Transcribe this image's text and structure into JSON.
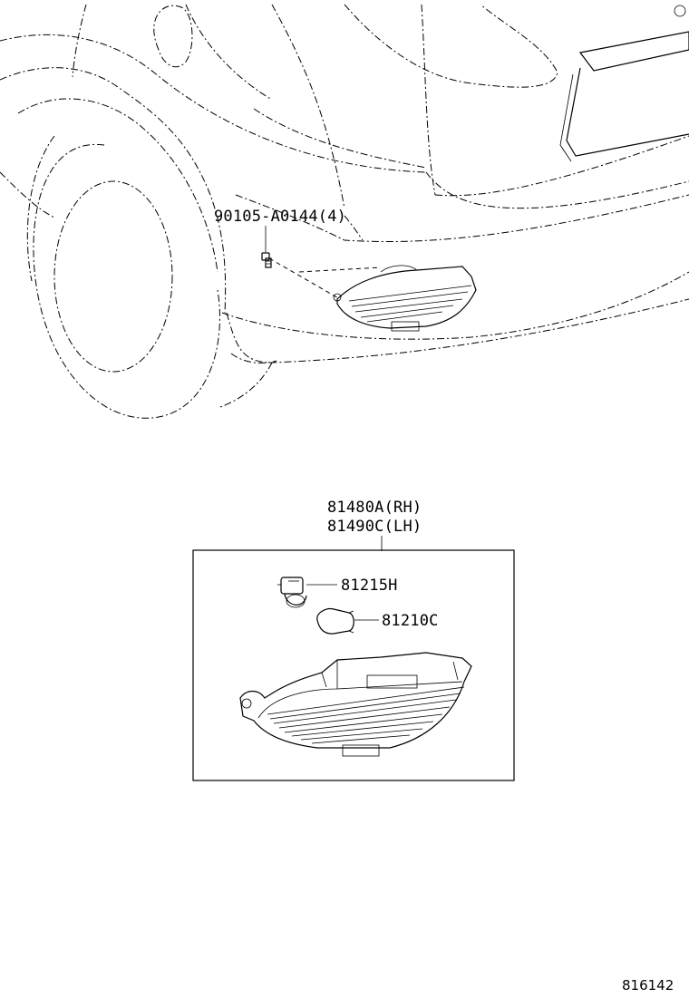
{
  "callouts": {
    "bolt": "90105-A0144(4)",
    "assembly_rh": "81480A(RH)",
    "assembly_lh": "81490C(LH)",
    "socket": "81215H",
    "bulb": "81210C"
  },
  "diagram_id": "816142"
}
